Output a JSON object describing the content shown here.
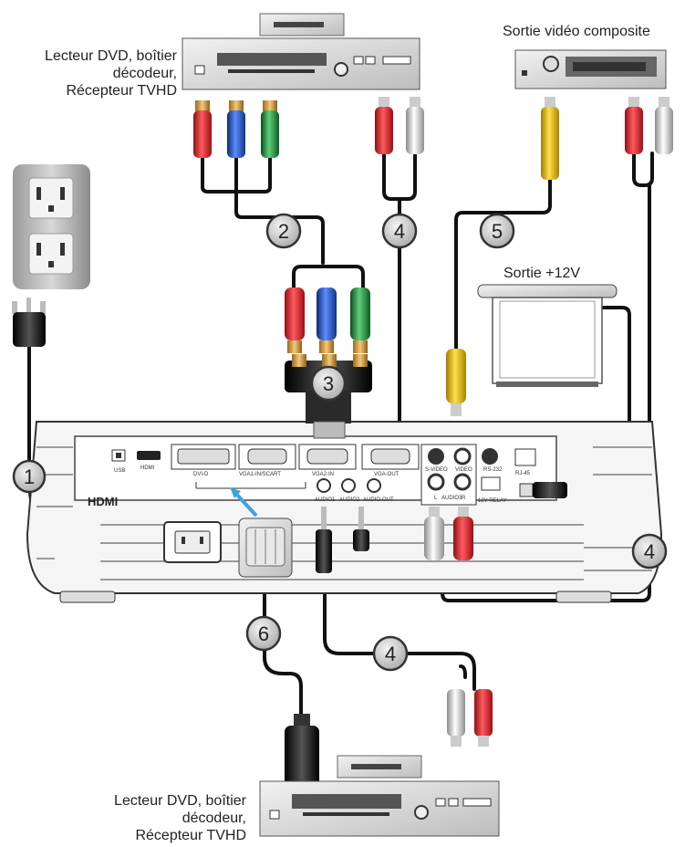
{
  "labels": {
    "top_left_source": [
      "Lecteur DVD, boîtier",
      "décodeur,",
      "Récepteur TVHD"
    ],
    "top_right_source": "Sortie vidéo composite",
    "screen_trigger": "Sortie +12V",
    "bottom_source": [
      "Lecteur DVD, boîtier",
      "décodeur,",
      "Récepteur TVHD"
    ]
  },
  "callouts": {
    "power": "1",
    "component": "2",
    "adapter": "3",
    "audio_top": "4",
    "audio_right": "4",
    "audio_bottom": "4",
    "composite": "5",
    "hdmi": "6"
  },
  "projector": {
    "logo": "HDMI",
    "port_labels": [
      "USB",
      "HDMI",
      "DVI-D",
      "VGA1-IN/SCART",
      "VGA2-IN",
      "VGA-OUT",
      "S-VIDEO",
      "VIDEO",
      "RS-232",
      "RJ-45",
      "AUDIO1",
      "AUDIO2",
      "AUDIO-OUT",
      "AUDIO3",
      "L",
      "R",
      "12V RELAY"
    ]
  },
  "icons": [
    "power-outlet-icon",
    "power-plug-icon",
    "dvd-player-icon",
    "vcr-icon",
    "projection-screen-icon",
    "projector-icon",
    "component-cable-icon",
    "rca-audio-cable-icon",
    "composite-cable-icon",
    "hdmi-cable-icon",
    "scart-adapter-icon"
  ],
  "colors": {
    "cable": "#111111",
    "red": "#e32026",
    "blue": "#1f4fb5",
    "green": "#1d8a3a",
    "white": "#d9d9d9",
    "yellow": "#f5c400",
    "callout_fill": "#cfcfcf",
    "highlight_arrow": "#3ba4e0"
  }
}
